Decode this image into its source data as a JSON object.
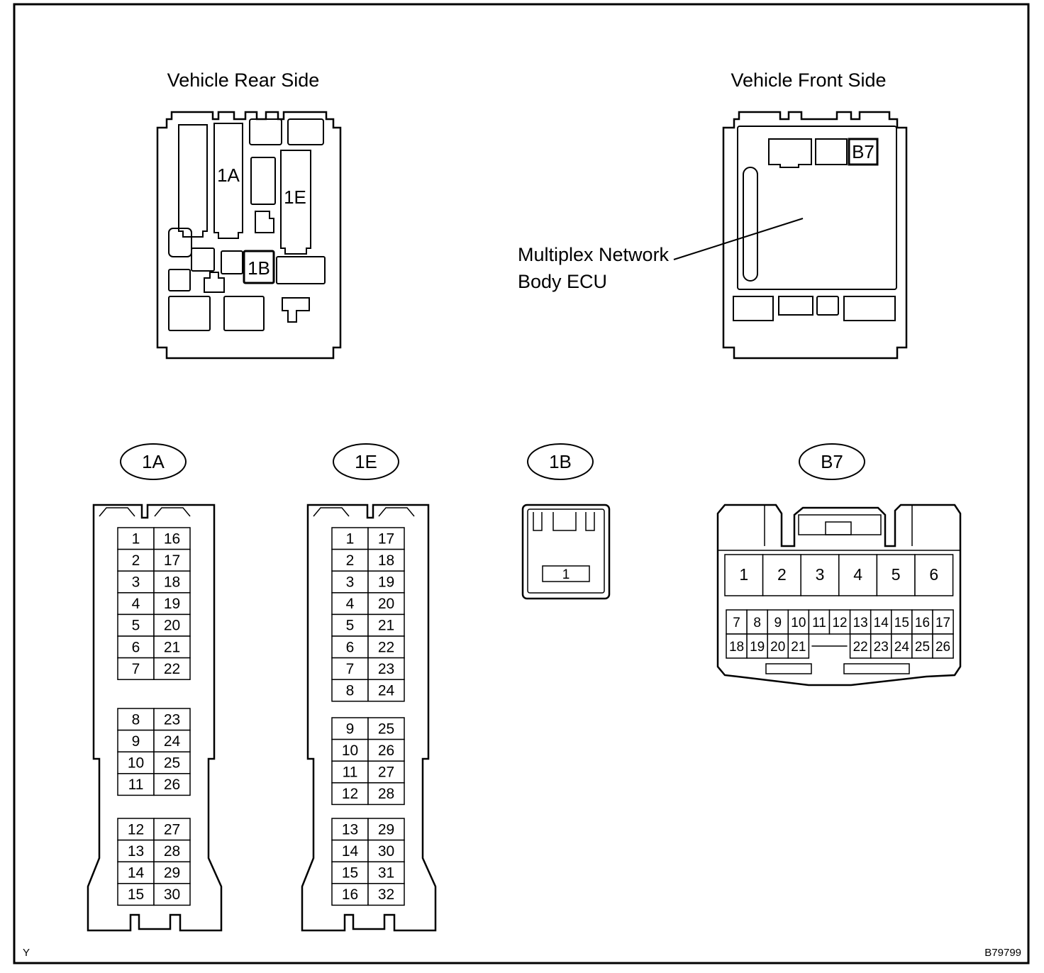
{
  "labels": {
    "rear_side": "Vehicle Rear Side",
    "front_side": "Vehicle Front Side",
    "ecu_line1": "Multiplex Network",
    "ecu_line2": "Body ECU",
    "corner_left": "Y",
    "figure_code": "B79799"
  },
  "rear_tags": {
    "c1A": "1A",
    "c1E": "1E",
    "c1B": "1B"
  },
  "front_tags": {
    "cB7": "B7"
  },
  "connectors": {
    "c1A": {
      "name": "1A",
      "groups": [
        [
          [
            "1",
            "16"
          ],
          [
            "2",
            "17"
          ],
          [
            "3",
            "18"
          ],
          [
            "4",
            "19"
          ],
          [
            "5",
            "20"
          ],
          [
            "6",
            "21"
          ],
          [
            "7",
            "22"
          ]
        ],
        [
          [
            "8",
            "23"
          ],
          [
            "9",
            "24"
          ],
          [
            "10",
            "25"
          ],
          [
            "11",
            "26"
          ]
        ],
        [
          [
            "12",
            "27"
          ],
          [
            "13",
            "28"
          ],
          [
            "14",
            "29"
          ],
          [
            "15",
            "30"
          ]
        ]
      ]
    },
    "c1E": {
      "name": "1E",
      "groups": [
        [
          [
            "1",
            "17"
          ],
          [
            "2",
            "18"
          ],
          [
            "3",
            "19"
          ],
          [
            "4",
            "20"
          ],
          [
            "5",
            "21"
          ],
          [
            "6",
            "22"
          ],
          [
            "7",
            "23"
          ],
          [
            "8",
            "24"
          ]
        ],
        [
          [
            "9",
            "25"
          ],
          [
            "10",
            "26"
          ],
          [
            "11",
            "27"
          ],
          [
            "12",
            "28"
          ]
        ],
        [
          [
            "13",
            "29"
          ],
          [
            "14",
            "30"
          ],
          [
            "15",
            "31"
          ],
          [
            "16",
            "32"
          ]
        ]
      ]
    },
    "c1B": {
      "name": "1B",
      "pins": [
        "1"
      ]
    },
    "cB7": {
      "name": "B7",
      "top_row": [
        "1",
        "2",
        "3",
        "4",
        "5",
        "6"
      ],
      "mid_row": [
        "7",
        "8",
        "9",
        "10",
        "11",
        "12",
        "13",
        "14",
        "15",
        "16",
        "17"
      ],
      "bottom_left": [
        "18",
        "19",
        "20",
        "21"
      ],
      "bottom_right": [
        "22",
        "23",
        "24",
        "25",
        "26"
      ]
    }
  }
}
